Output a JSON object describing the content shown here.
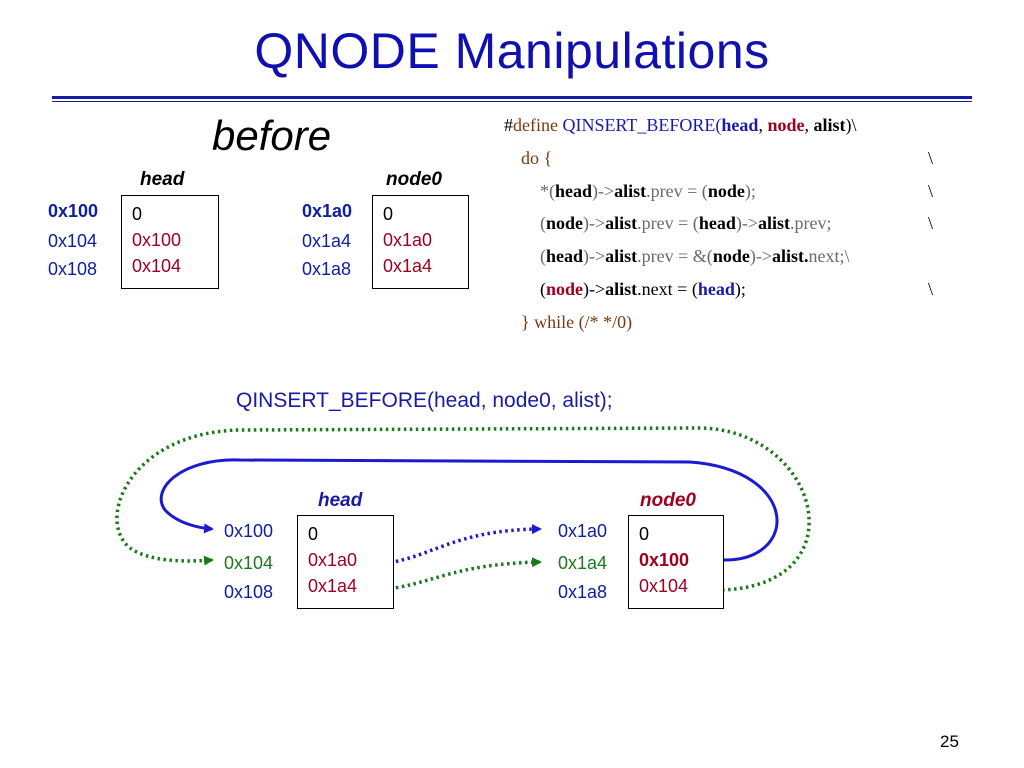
{
  "title": "QNODE Manipulations",
  "before_label": "before",
  "top_head": {
    "label": "head",
    "addresses": [
      "0x100",
      "0x104",
      "0x108"
    ],
    "cells": [
      "0",
      "0x100",
      "0x104"
    ]
  },
  "top_node": {
    "label": "node0",
    "addresses": [
      "0x1a0",
      "0x1a4",
      "0x1a8"
    ],
    "cells": [
      "0",
      "0x1a0",
      "0x1a4"
    ]
  },
  "code": {
    "define_hash": "#",
    "define_kw": "define",
    "macro_name": "QINSERT_BEFORE(",
    "p_head": "head",
    "comma1": ", ",
    "p_node": "node",
    "comma2": ", ",
    "p_alist": "alist",
    "close_bs": ")\\",
    "do_open": "do {",
    "l1": {
      "a": "*(",
      "b": "head",
      "c": ")->",
      "d": "alist",
      ".e": "",
      "e": ".prev = (",
      "f": "node",
      "g": ");"
    },
    "l2": {
      "a": "(",
      "b": "node",
      "c": ")->",
      "d": "alist",
      "e": ".prev = (",
      "f": "head",
      "g": ")->",
      "h": "alist",
      "i": ".prev;"
    },
    "l3": {
      "a": "(",
      "b": "head",
      "c": ")->",
      "d": "alist",
      "e": ".prev  = &(",
      "f": "node",
      "g": ")->",
      "h": "alist.",
      "i": "next;\\"
    },
    "l4": {
      "a": "(",
      "b": "node",
      "c": ")->",
      "d": "alist",
      "e": ".next = (",
      "f": "head",
      "g": ");"
    },
    "backslash": "\\",
    "while_close": "} while (/* */0)"
  },
  "call_text": "QINSERT_BEFORE(head, node0, alist);",
  "bottom_head": {
    "label": "head",
    "addresses": [
      "0x100",
      "0x104",
      "0x108"
    ],
    "cells": [
      "0",
      "0x1a0",
      "0x1a4"
    ]
  },
  "bottom_node": {
    "label": "node0",
    "addresses": [
      "0x1a0",
      "0x1a4",
      "0x1a8"
    ],
    "cells": [
      "0",
      "0x100",
      "0x104"
    ]
  },
  "page_number": "25",
  "colors": {
    "title_blue": "#1010b0",
    "address_blue": "#1020a0",
    "value_red": "#a00020",
    "arrow_blue": "#1a1ad0",
    "arrow_green": "#1a7a1a"
  }
}
